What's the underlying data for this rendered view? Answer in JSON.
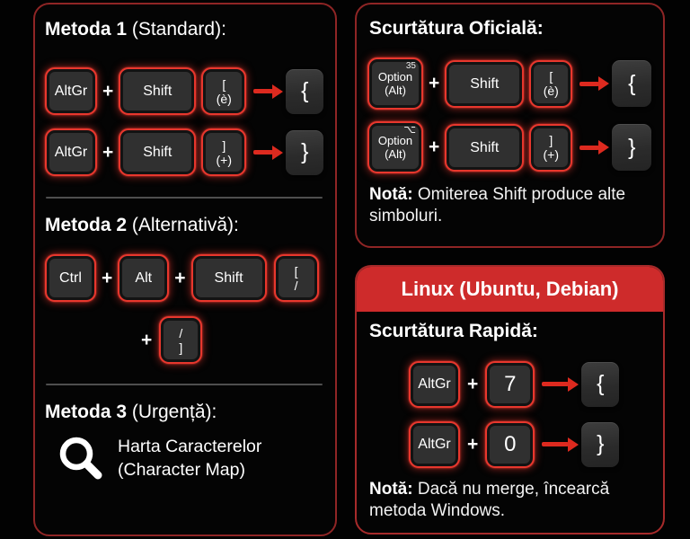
{
  "colors": {
    "background": "#020202",
    "panel_border": "#8f2525",
    "key_border_red": "#e8372d",
    "key_fill": "#303030",
    "arrow_red": "#dd2a1f",
    "linux_header_red": "#ce2b2b",
    "divider_gray": "#4e4e4e"
  },
  "plus": "+",
  "windows": {
    "method1": {
      "title_bold": "Metoda 1",
      "title_rest": " (Standard):",
      "rows": [
        {
          "mod": "AltGr",
          "shift": "Shift",
          "key_top": "[",
          "key_bottom": "(è)",
          "result": "{"
        },
        {
          "mod": "AltGr",
          "shift": "Shift",
          "key_top": "]",
          "key_bottom": "(+)",
          "result": "}"
        }
      ]
    },
    "method2": {
      "title_bold": "Metoda 2",
      "title_rest": " (Alternativă):",
      "key1": "Ctrl",
      "key2": "Alt",
      "key3": "Shift",
      "key4_top": "[",
      "key4_bottom": "/",
      "key5_top": "/",
      "key5_bottom": "]"
    },
    "method3": {
      "title_bold": "Metoda 3",
      "title_rest": " (Urgență):",
      "line1": "Harta Caracterelor",
      "line2": "(Character Map)"
    }
  },
  "mac": {
    "title": "Scurtătura Oficială:",
    "rows": [
      {
        "mod_corner": "35",
        "mod_line1": "Option",
        "mod_line2": "(Alt)",
        "shift": "Shift",
        "key_top": "[",
        "key_bottom": "(è)",
        "result": "{"
      },
      {
        "mod_corner": "⌥",
        "mod_line1": "Option",
        "mod_line2": "(Alt)",
        "shift": "Shift",
        "key_top": "]",
        "key_bottom": "(+)",
        "result": "}"
      }
    ],
    "note_bold": "Notă:",
    "note_rest": " Omiterea Shift produce alte simboluri."
  },
  "linux": {
    "header": "Linux (Ubuntu, Debian)",
    "title": "Scurtătura Rapidă:",
    "rows": [
      {
        "mod": "AltGr",
        "key": "7",
        "result": "{"
      },
      {
        "mod": "AltGr",
        "key": "0",
        "result": "}"
      }
    ],
    "note_bold": "Notă:",
    "note_rest": " Dacă nu merge, încearcă metoda Windows."
  }
}
